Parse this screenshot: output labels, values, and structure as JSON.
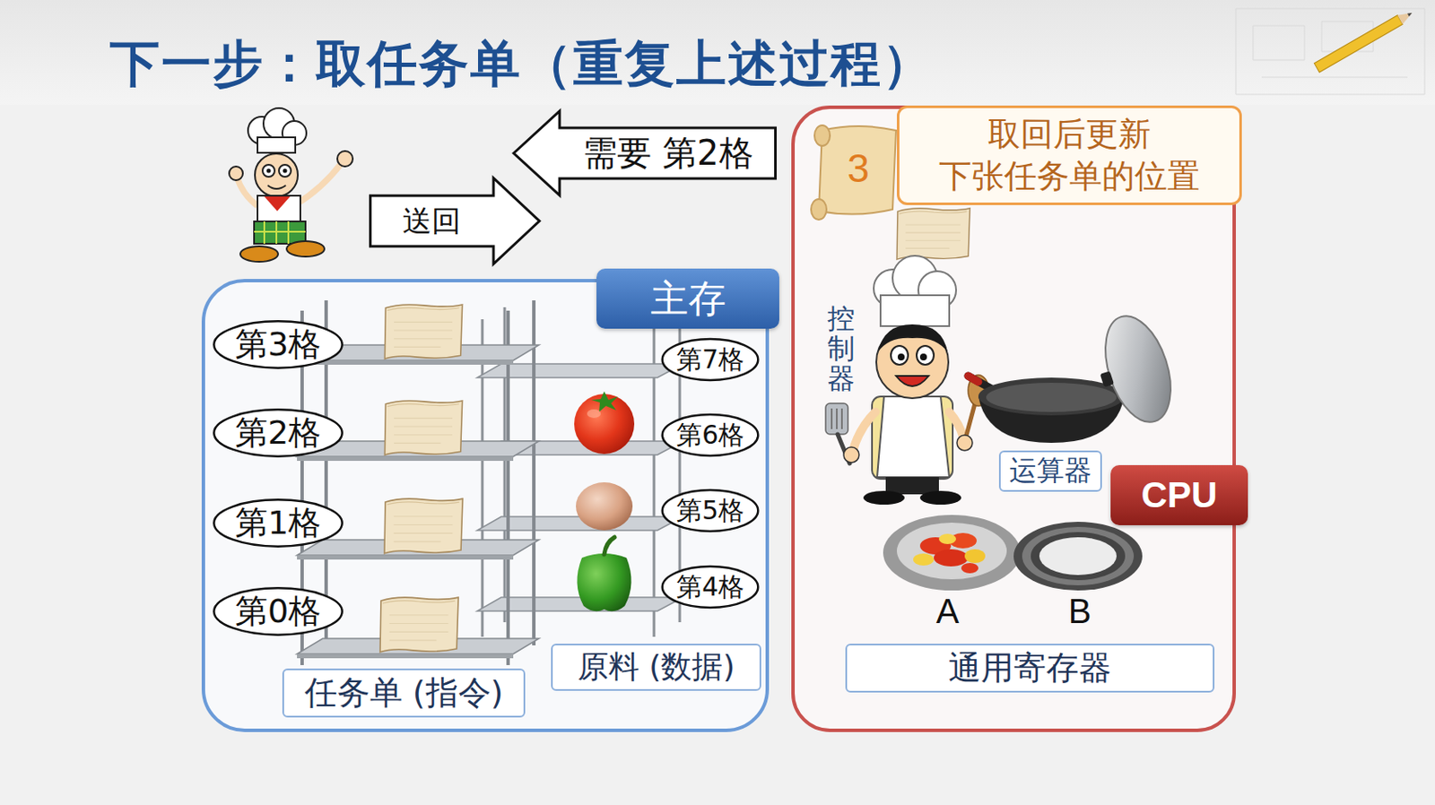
{
  "diagram": {
    "title": "下一步：取任务单（重复上述过程）",
    "nodes": [
      {
        "text": [
          "需要 第2格"
        ]
      },
      {
        "text": [
          "送回"
        ]
      },
      {
        "text": [
          "主存"
        ]
      },
      {
        "text": [
          "第3格"
        ],
        "in": 2
      },
      {
        "text": [
          "第2格"
        ],
        "in": 2
      },
      {
        "text": [
          "第1格"
        ],
        "in": 2
      },
      {
        "text": [
          "第0格"
        ],
        "in": 2
      },
      {
        "text": [
          "第7格"
        ],
        "in": 2
      },
      {
        "text": [
          "第6格"
        ],
        "in": 2
      },
      {
        "text": [
          "第5格"
        ],
        "in": 2
      },
      {
        "text": [
          "第4格"
        ],
        "in": 2
      },
      {
        "text": [
          "任务单 (指令)"
        ],
        "in": 2
      },
      {
        "text": [
          "原料 (数据)"
        ],
        "in": 2
      },
      {
        "text": [
          "CPU"
        ]
      },
      {
        "text": [
          "取回后更新 下张任务单的位置"
        ],
        "in": 13
      },
      {
        "text": [
          "控制器"
        ],
        "in": 13
      },
      {
        "text": [
          "运算器"
        ],
        "in": 13
      },
      {
        "text": [
          "通用寄存器"
        ],
        "in": 13
      }
    ],
    "labels": [
      "3",
      "A",
      "B"
    ]
  }
}
